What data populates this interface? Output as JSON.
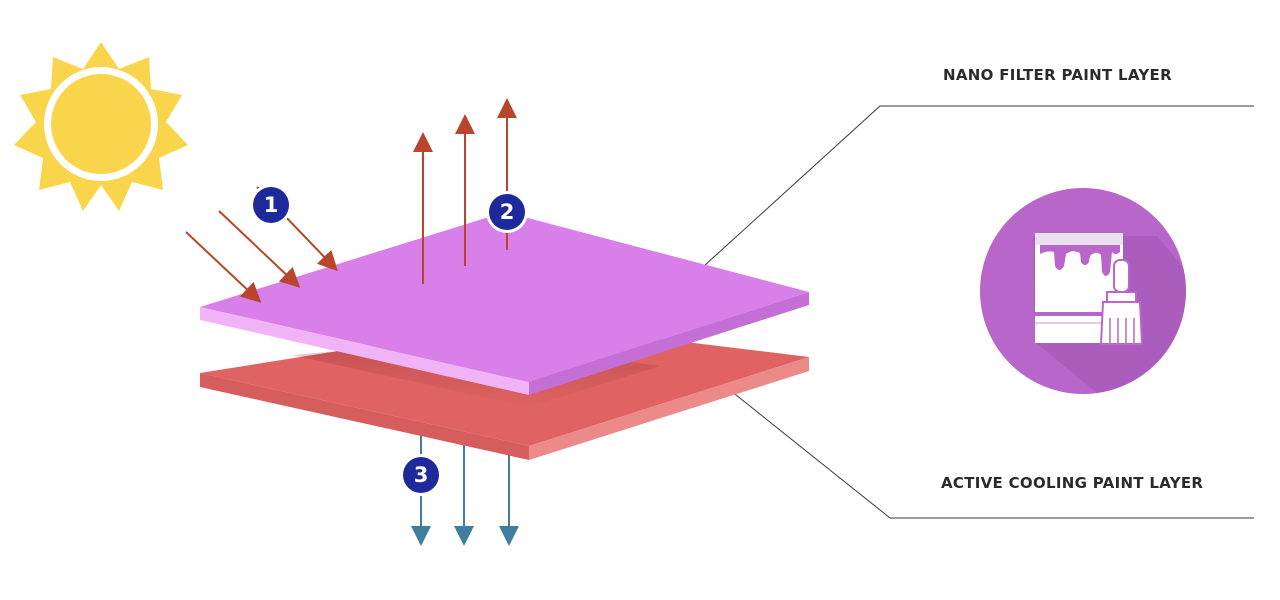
{
  "labels": {
    "top_layer": "NANO FILTER PAINT LAYER",
    "bottom_layer": "ACTIVE COOLING PAINT LAYER"
  },
  "steps": [
    "1",
    "2",
    "3"
  ],
  "icons": {
    "sun": "sun-icon",
    "paint": "paint-can-brush-icon"
  },
  "colors": {
    "top_layer": "#d97fea",
    "bottom_layer": "#e06262",
    "sun": "#f8d54a",
    "incoming_arrow": "#b8452c",
    "transmitted_arrow": "#3f7e9c",
    "badge": "#1e2a9c",
    "icon_circle": "#b866c9"
  }
}
